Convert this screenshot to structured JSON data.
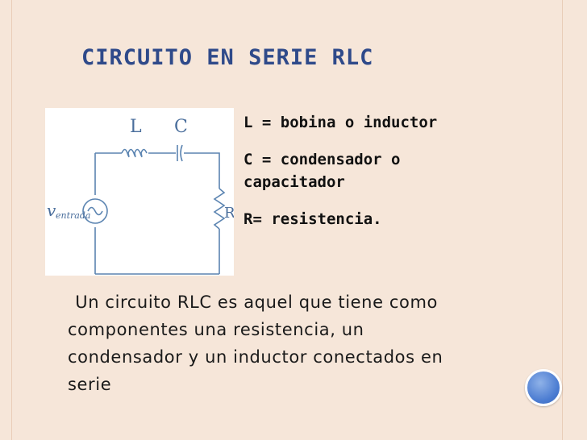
{
  "slide": {
    "title": "CIRCUITO EN SERIE RLC",
    "definitions": [
      "L = bobina o inductor",
      "C = condensador o\ncapacitador",
      "R= resistencia."
    ],
    "body_lines": [
      " Un circuito RLC es aquel que tiene como",
      "componentes una resistencia, un",
      "condensador y un inductor conectados en",
      "serie"
    ]
  },
  "diagram": {
    "inductor_label": "L",
    "capacitor_label": "C",
    "resistor_label": "R",
    "source_label_v": "v",
    "source_label_sub": "entrada"
  },
  "colors": {
    "background": "#f6e6d9",
    "title": "#2f4a8a",
    "circuit_lines": "#5b84b1",
    "accent_circle": "#4a7bd1"
  }
}
